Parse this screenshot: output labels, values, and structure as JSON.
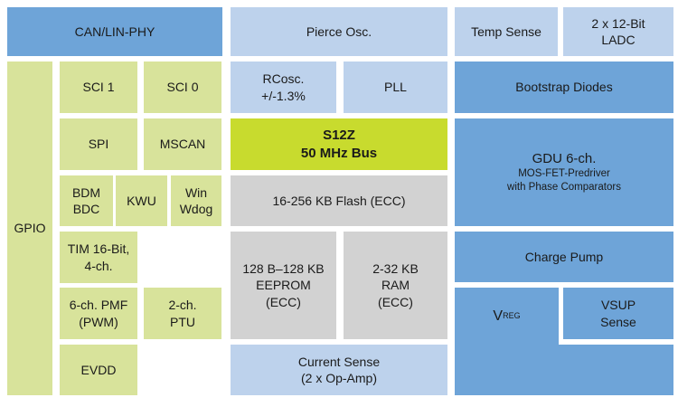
{
  "palette": {
    "medium_blue": "#6ea4d8",
    "light_blue": "#bdd2ec",
    "green": "#d8e39b",
    "lime": "#c8db2e",
    "gray": "#d2d2d2",
    "background": "#ffffff",
    "text": "#1a1a1a"
  },
  "blocks": {
    "can_lin_phy": {
      "label": "CAN/LIN-PHY"
    },
    "pierce_osc": {
      "label": "Pierce Osc."
    },
    "temp_sense": {
      "label": "Temp Sense"
    },
    "ladc": {
      "line1": "2 x 12-Bit",
      "line2": "LADC"
    },
    "gpio": {
      "label": "GPIO"
    },
    "sci1": {
      "label": "SCI 1"
    },
    "sci0": {
      "label": "SCI 0"
    },
    "rcosc": {
      "line1": "RCosc.",
      "line2": "+/-1.3%"
    },
    "pll": {
      "label": "PLL"
    },
    "bootstrap_diodes": {
      "label": "Bootstrap Diodes"
    },
    "spi": {
      "label": "SPI"
    },
    "mscan": {
      "label": "MSCAN"
    },
    "s12z_bus": {
      "line1": "S12Z",
      "line2": "50 MHz Bus"
    },
    "gdu": {
      "line1": "GDU 6-ch.",
      "line2": "MOS-FET-Predriver",
      "line3": "with Phase Comparators"
    },
    "bdm_bdc": {
      "line1": "BDM",
      "line2": "BDC"
    },
    "kwu": {
      "label": "KWU"
    },
    "win_wdog": {
      "line1": "Win",
      "line2": "Wdog"
    },
    "flash": {
      "label": "16-256 KB Flash (ECC)"
    },
    "tim": {
      "line1": "TIM 16-Bit,",
      "line2": "4-ch."
    },
    "eeprom": {
      "line1": "128 B–128 KB",
      "line2": "EEPROM",
      "line3": "(ECC)"
    },
    "ram": {
      "line1": "2-32 KB",
      "line2": "RAM",
      "line3": "(ECC)"
    },
    "charge_pump": {
      "label": "Charge Pump"
    },
    "pmf": {
      "line1": "6-ch. PMF",
      "line2": "(PWM)"
    },
    "ptu": {
      "line1": "2-ch.",
      "line2": "PTU"
    },
    "vreg": {
      "main": "V",
      "sub": "REG"
    },
    "vsup_sense": {
      "line1": "VSUP",
      "line2": "Sense"
    },
    "evdd": {
      "label": "EVDD"
    },
    "current_sense": {
      "line1": "Current Sense",
      "line2": "(2 x Op-Amp)"
    }
  }
}
